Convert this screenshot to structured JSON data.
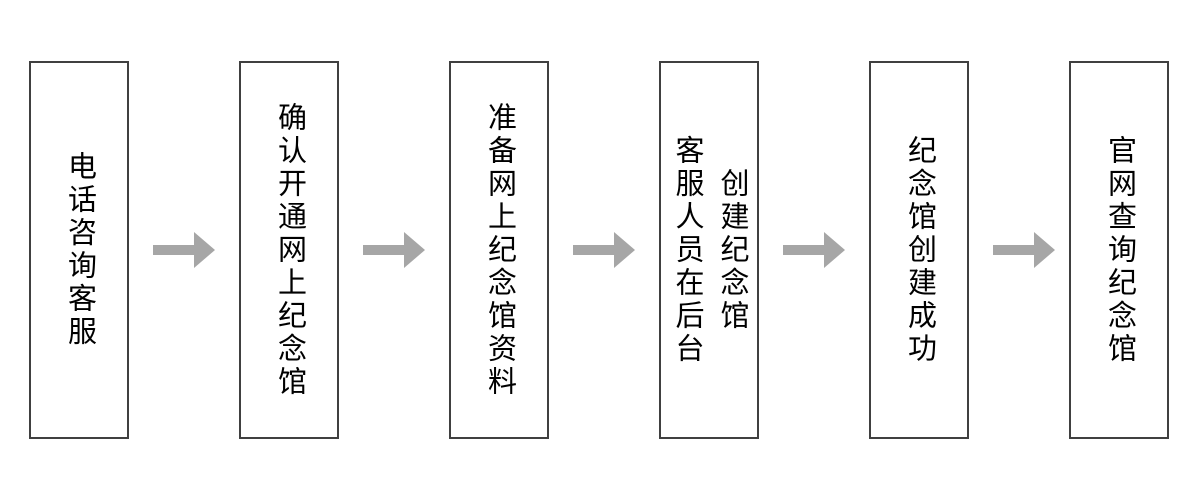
{
  "diagram": {
    "type": "flowchart",
    "direction": "left-to-right",
    "boxes": [
      {
        "step": 1,
        "label": "电话咨询客服"
      },
      {
        "step": 2,
        "label": "确认开通网上纪念馆"
      },
      {
        "step": 3,
        "label": "准备网上纪念馆资料"
      },
      {
        "step": 4,
        "label": "客服人员在后台\n创建纪念馆"
      },
      {
        "step": 5,
        "label": "纪念馆创建成功"
      },
      {
        "step": 6,
        "label": "官网查询纪念馆"
      }
    ],
    "connectors": [
      {
        "from": 1,
        "to": 2,
        "icon": "right-arrow-icon"
      },
      {
        "from": 2,
        "to": 3,
        "icon": "right-arrow-icon"
      },
      {
        "from": 3,
        "to": 4,
        "icon": "right-arrow-icon"
      },
      {
        "from": 4,
        "to": 5,
        "icon": "right-arrow-icon"
      },
      {
        "from": 5,
        "to": 6,
        "icon": "right-arrow-icon"
      }
    ],
    "colors": {
      "background": "#ffffff",
      "box_border": "#404040",
      "box_fill": "#ffffff",
      "text": "#000000",
      "arrow": "#a6a6a6"
    }
  }
}
